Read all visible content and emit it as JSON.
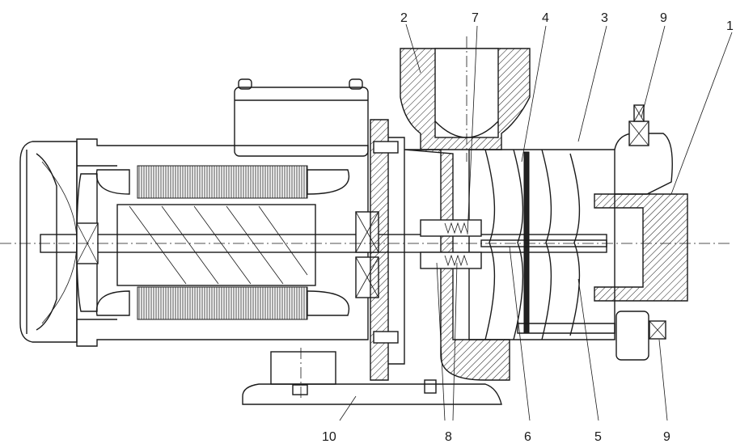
{
  "callouts": {
    "c1": "1",
    "c2": "2",
    "c3": "3",
    "c4": "4",
    "c5": "5",
    "c6": "6",
    "c7": "7",
    "c8": "8",
    "c9_top": "9",
    "c9_bottom": "9",
    "c10": "10"
  }
}
